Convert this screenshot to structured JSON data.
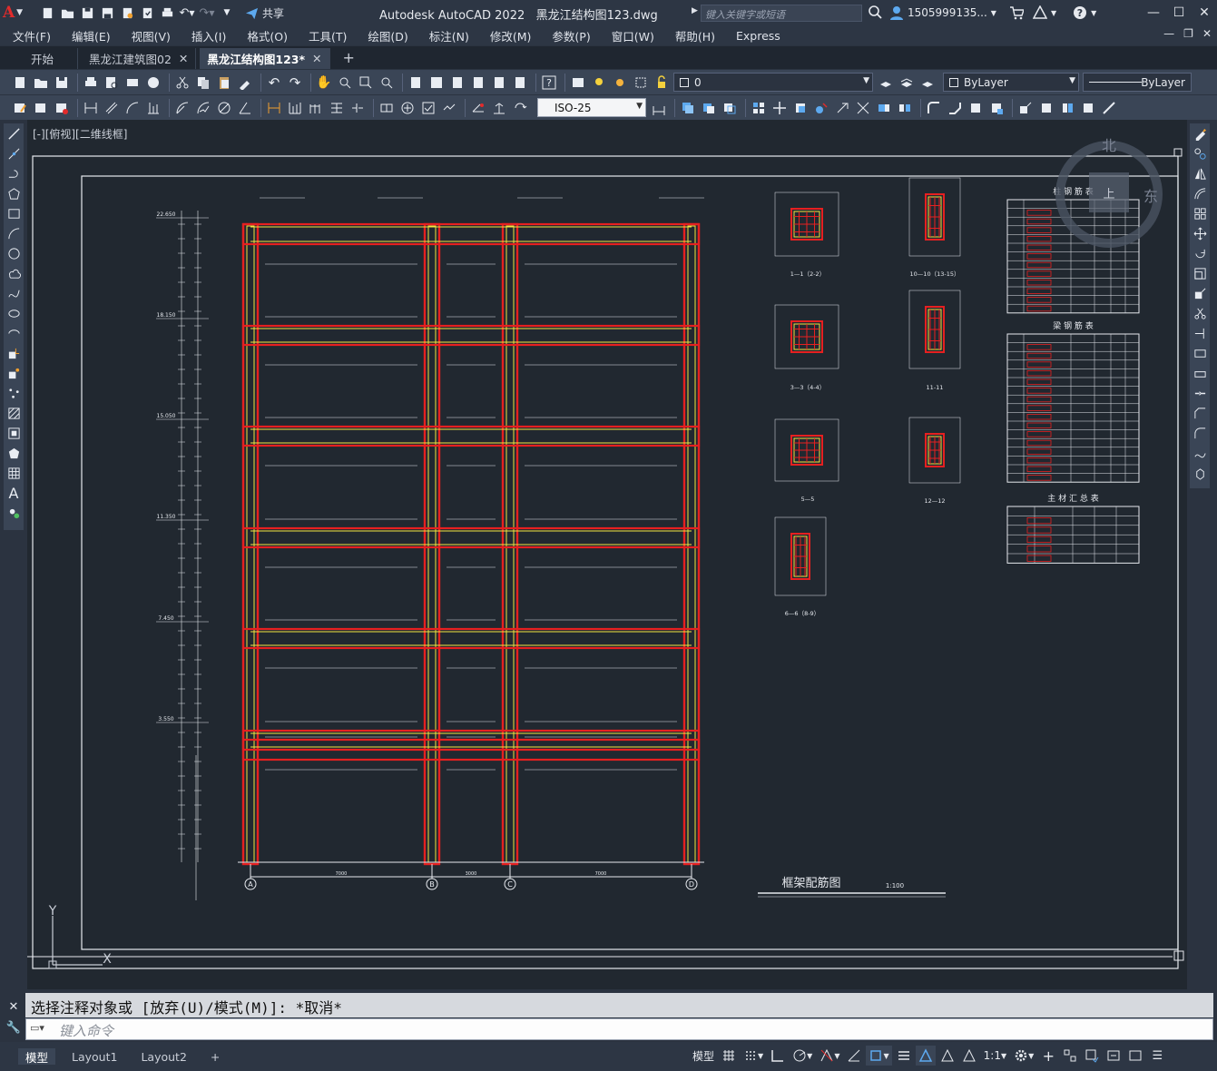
{
  "app": {
    "title": "Autodesk AutoCAD 2022",
    "filename": "黑龙江结构图123.dwg",
    "logo": "A",
    "share_label": "共享",
    "search_placeholder": "键入关键字或短语",
    "user": "1505999135...",
    "window_controls": [
      "minimize-icon",
      "restore-icon",
      "close-icon"
    ]
  },
  "menu": {
    "items": [
      "文件(F)",
      "编辑(E)",
      "视图(V)",
      "插入(I)",
      "格式(O)",
      "工具(T)",
      "绘图(D)",
      "标注(N)",
      "修改(M)",
      "参数(P)",
      "窗口(W)",
      "帮助(H)",
      "Express"
    ]
  },
  "tabs": [
    {
      "label": "开始",
      "closable": false,
      "active": false
    },
    {
      "label": "黑龙江建筑图02",
      "closable": true,
      "active": false
    },
    {
      "label": "黑龙江结构图123*",
      "closable": true,
      "active": true
    }
  ],
  "toolbar": {
    "layer_value": "0",
    "color_value": "ByLayer",
    "linetype_value": "ByLayer",
    "dimstyle_value": "ISO-25"
  },
  "viewport": {
    "label": "[-][俯视][二维线框]",
    "compass": {
      "north": "北",
      "east": "东",
      "center": "上"
    },
    "ucs": {
      "y": "Y",
      "x": "X"
    }
  },
  "drawing": {
    "title": "框架配筋图",
    "scale": "1:100",
    "table1_title": "柱 钢 筋 表",
    "table2_title": "梁 钢 筋 表",
    "table3_title": "主 材 汇 总 表",
    "section_labels": [
      "1—1（2-2）",
      "3—3（4-4）",
      "5—5",
      "6—6（8-9）",
      "10—10（13-15）",
      "11-11",
      "12—12"
    ],
    "grid_labels": [
      "A",
      "B",
      "C",
      "D"
    ],
    "span_labels": [
      "7000",
      "3000",
      "7000"
    ],
    "elevations": [
      "22.650",
      "18.150",
      "15.050",
      "11.350",
      "7.450",
      "3.550"
    ]
  },
  "command": {
    "history": "选择注释对象或 [放弃(U)/模式(M)]: *取消*",
    "placeholder": "键入命令"
  },
  "status": {
    "layout_tabs": [
      "模型",
      "Layout1",
      "Layout2"
    ],
    "model_label": "模型",
    "scale": "1:1"
  }
}
